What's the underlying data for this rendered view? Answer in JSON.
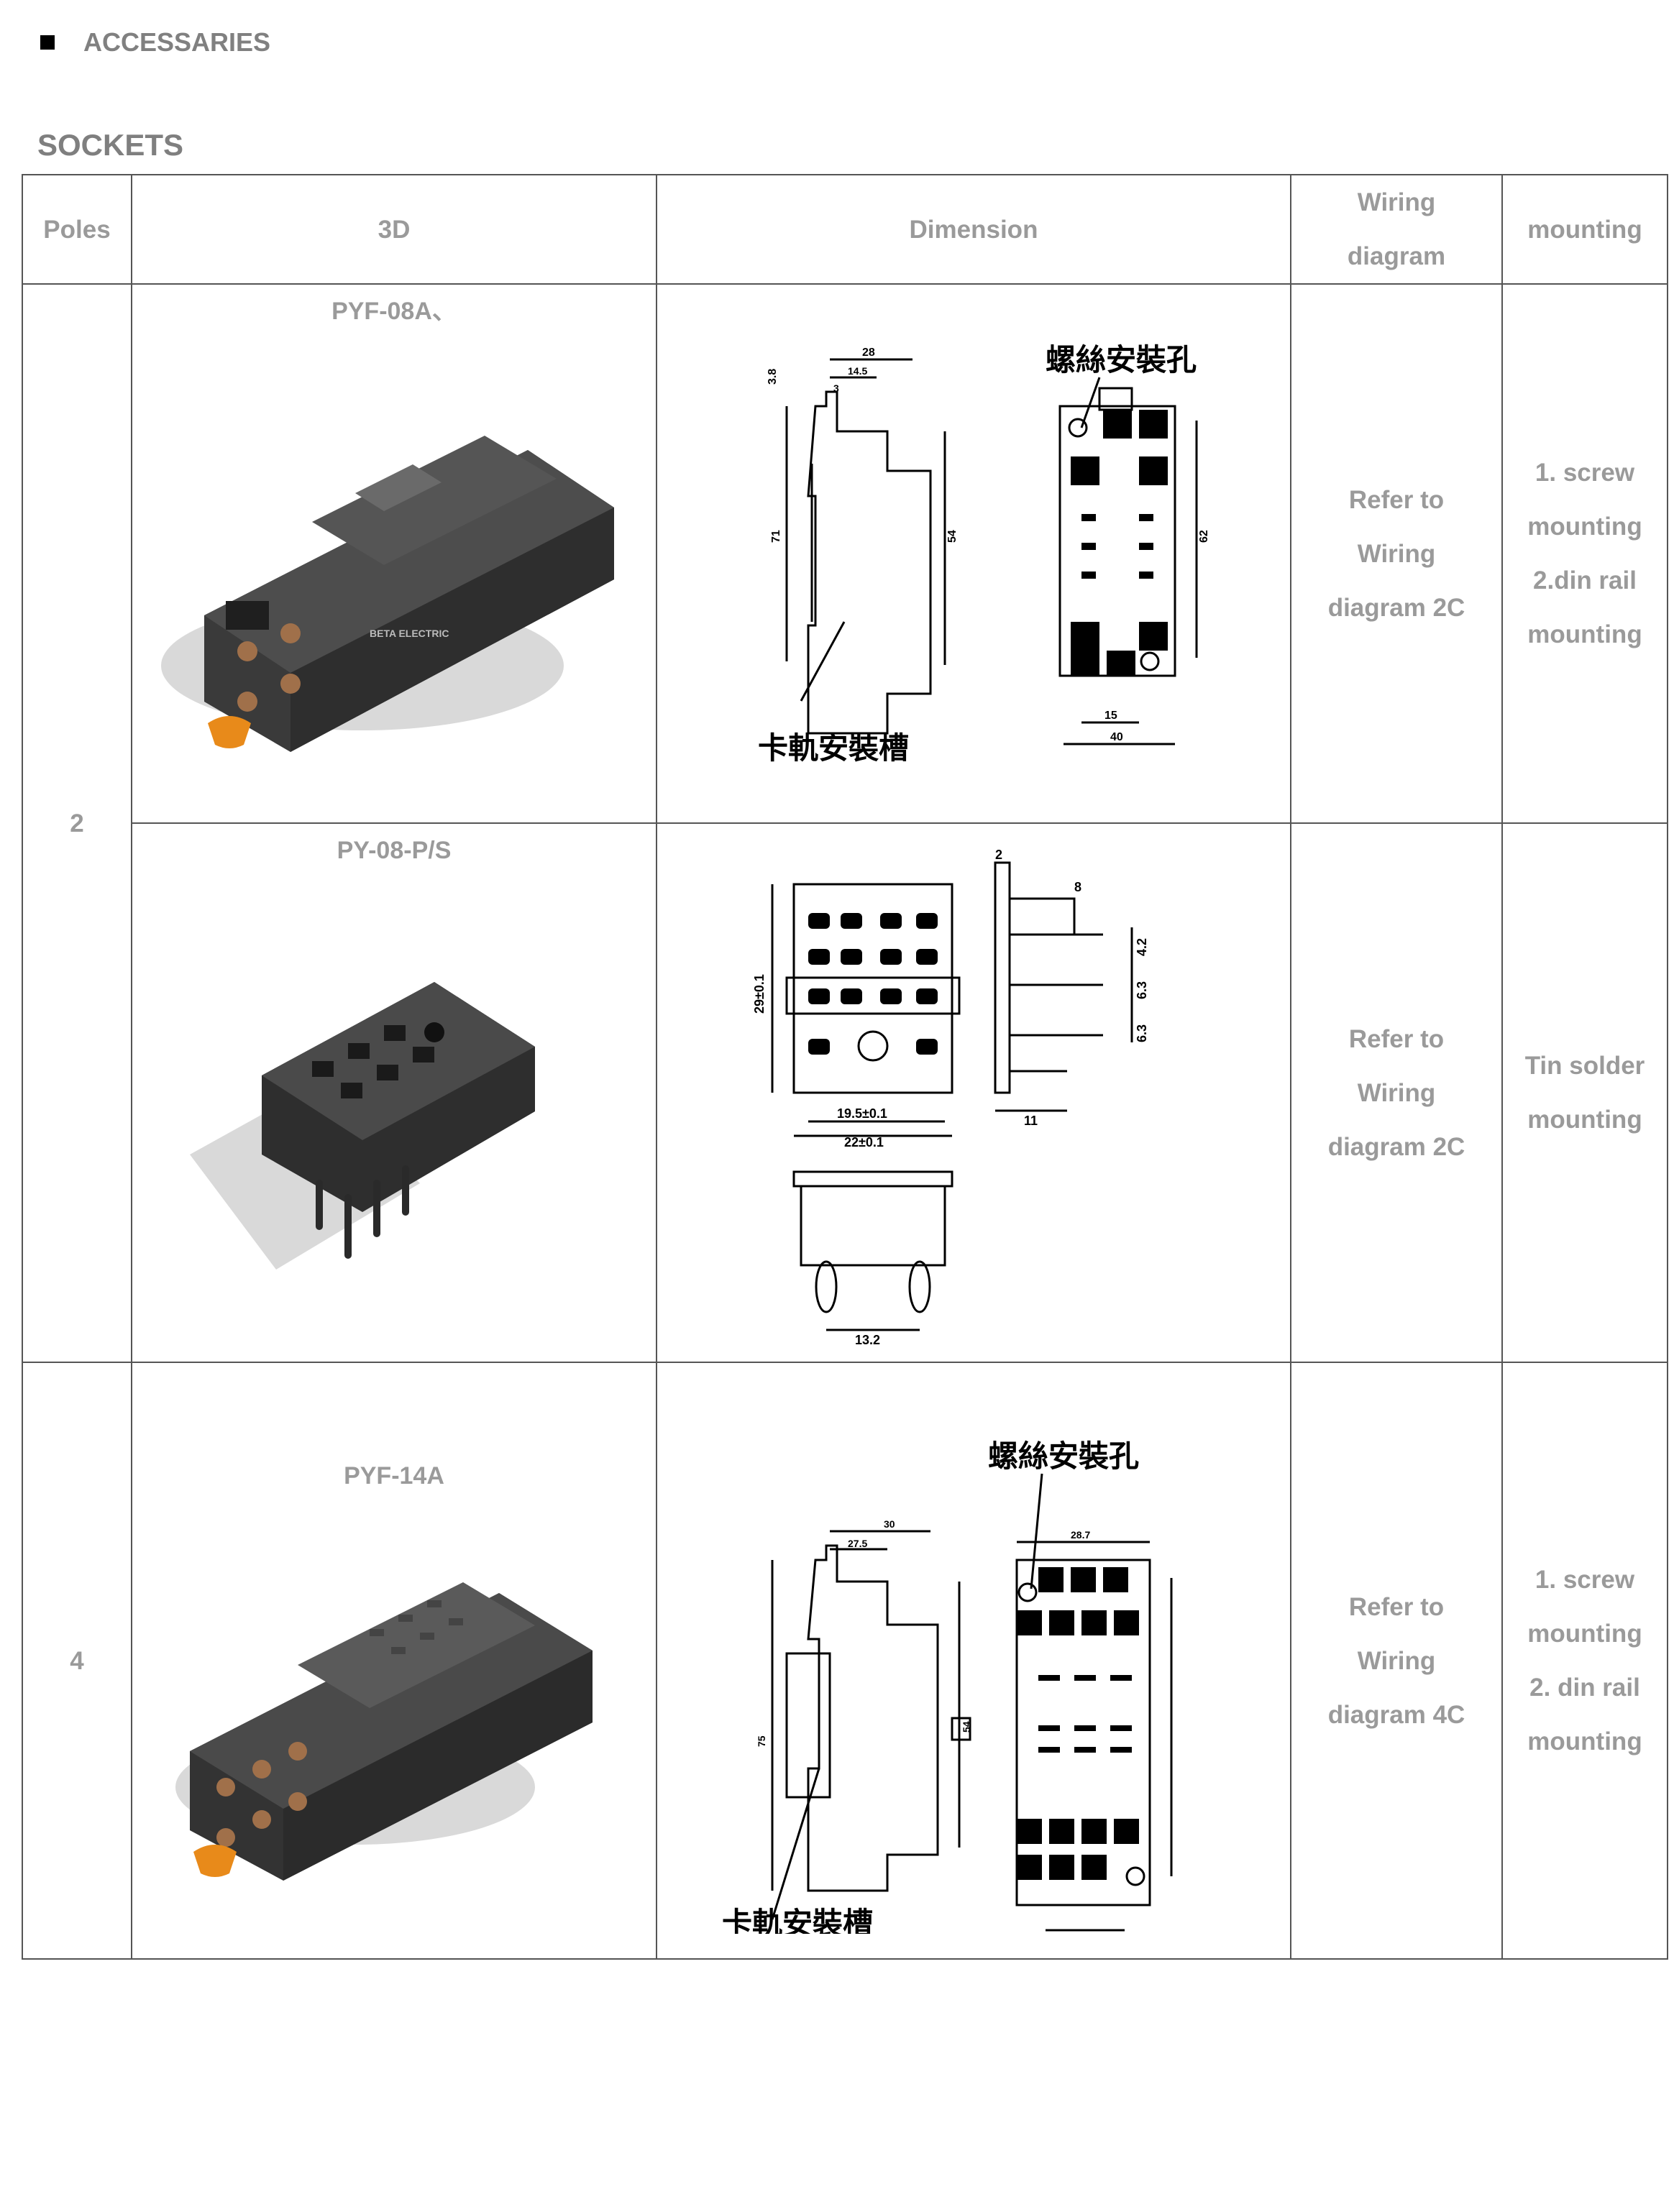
{
  "section": {
    "title": "ACCESSARIES"
  },
  "subsection": {
    "title": "SOCKETS"
  },
  "table": {
    "headers": {
      "poles": "Poles",
      "three_d": "3D",
      "dimension": "Dimension",
      "wiring": "Wiring diagram",
      "mounting": "mounting"
    },
    "groups": [
      {
        "poles": "2",
        "rows": [
          {
            "model": "PYF-08A、",
            "wiring": "Refer to Wiring diagram 2C",
            "mounting": "1. screw mounting 2.din rail mounting",
            "drawing_labels": {
              "screw_hole": "螺絲安裝孔",
              "rail_slot": "卡軌安裝槽",
              "dims": [
                "3.8",
                "28",
                "3",
                "14.5",
                "71",
                "54",
                "62",
                "15",
                "40"
              ]
            }
          },
          {
            "model": "PY-08-P/S",
            "wiring": "Refer to Wiring diagram 2C",
            "mounting": "Tin solder mounting",
            "drawing_labels": {
              "dims": [
                "29±0.1",
                "19.5±0.1",
                "22±0.1",
                "2",
                "8",
                "4.2",
                "6.3",
                "6.3",
                "11",
                "13.2"
              ]
            }
          }
        ]
      },
      {
        "poles": "4",
        "rows": [
          {
            "model": "PYF-14A",
            "wiring": "Refer to Wiring diagram 4C",
            "mounting": "1. screw mounting 2. din rail mounting",
            "drawing_labels": {
              "screw_hole": "螺絲安裝孔",
              "rail_slot": "卡軌安裝槽",
              "dims": [
                "30",
                "27.5",
                "75",
                "54",
                "28.7"
              ]
            }
          }
        ]
      }
    ]
  }
}
